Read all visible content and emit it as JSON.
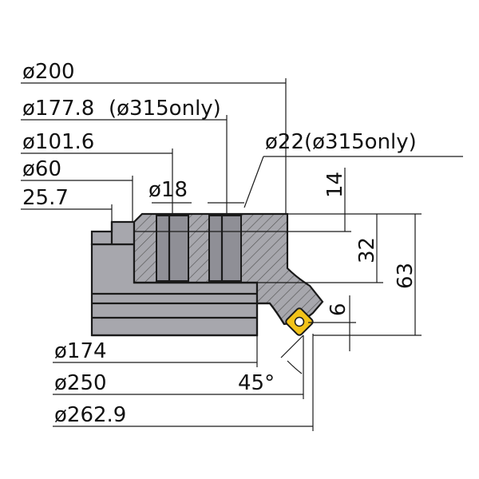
{
  "colors": {
    "body": "#a7a7ad",
    "hatch": "#555555",
    "insert": "#f3c319",
    "line": "#1a1a1a"
  },
  "dimensions": {
    "d200": "ø200",
    "d177_8": "ø177.8",
    "d315_note_1": "(ø315only)",
    "d101_6": "ø101.6",
    "d22": "ø22(ø315only)",
    "d60": "ø60",
    "d18": "ø18",
    "d25_7": "25.7",
    "h14": "14",
    "h32": "32",
    "h63": "63",
    "h6": "6",
    "d174": "ø174",
    "d250": "ø250",
    "d262_9": "ø262.9",
    "angle45": "45°"
  }
}
